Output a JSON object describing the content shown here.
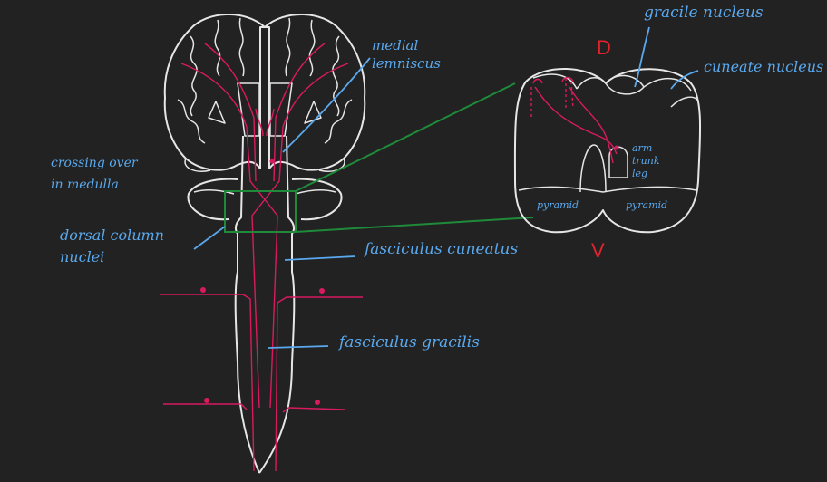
{
  "colors": {
    "background": "#222222",
    "outline": "#e6e6e6",
    "tract": "#d81b5f",
    "label": "#5aa9ee",
    "zoom": "#1f8a3a",
    "orientation": "#e0232d"
  },
  "labels": {
    "medial_lemniscus_1": "medial",
    "medial_lemniscus_2": "lemniscus",
    "crossing_1": "crossing over",
    "crossing_2": "in medulla",
    "dorsal_1": "dorsal column",
    "dorsal_2": "nuclei",
    "fasciculus_cuneatus": "fasciculus cuneatus",
    "fasciculus_gracilis": "fasciculus gracilis",
    "gracile_nucleus": "gracile nucleus",
    "cuneate_nucleus": "cuneate nucleus"
  },
  "section": {
    "dorsal": "D",
    "ventral": "V",
    "pyramid_left": "pyramid",
    "pyramid_right": "pyramid",
    "somatotopy": [
      "arm",
      "trunk",
      "leg"
    ]
  }
}
